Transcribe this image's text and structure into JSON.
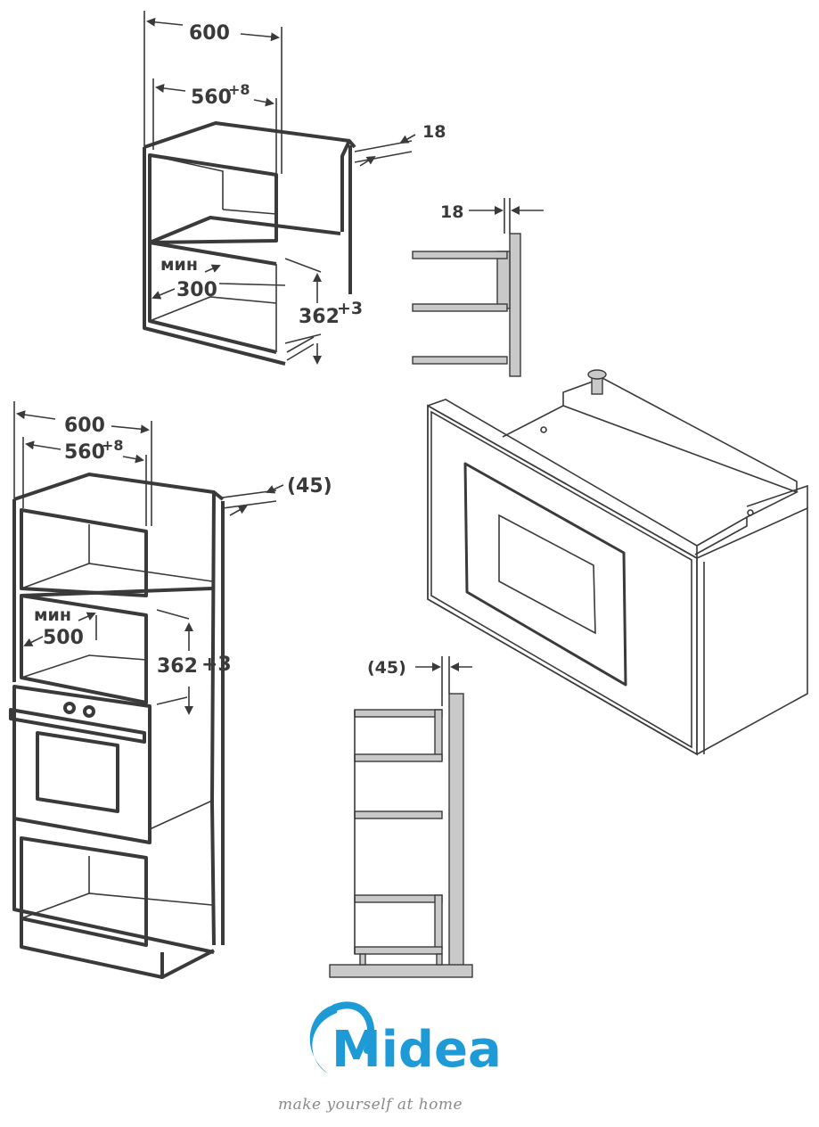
{
  "top_cabinet": {
    "width_outer": "600",
    "width_inner": "560",
    "width_inner_tol": "+8",
    "panel_thickness": "18",
    "min_label": "мин",
    "min_value": "300",
    "niche_height": "362",
    "niche_height_tol": "+3"
  },
  "top_side_detail": {
    "panel_thickness": "18"
  },
  "tall_cabinet": {
    "width_outer": "600",
    "width_inner": "560",
    "width_inner_tol": "+8",
    "gap": "(45)",
    "min_label": "мин",
    "min_value": "500",
    "niche_height": "362",
    "niche_height_tol": "+3"
  },
  "tall_side_detail": {
    "gap": "(45)"
  },
  "brand": {
    "name": "Midea",
    "tagline": "make yourself at home",
    "color": "#1e9ad6"
  }
}
